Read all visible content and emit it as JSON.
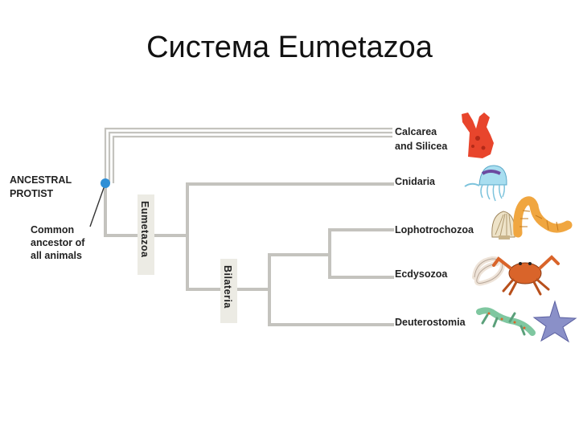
{
  "title": "Система Eumetazoa",
  "root": {
    "ancestral_line1": "ANCESTRAL",
    "ancestral_line2": "PROTIST",
    "common_line1": "Common",
    "common_line2": "ancestor of",
    "common_line3": "all animals"
  },
  "clades": {
    "eumetazoa": "Eumetazoa",
    "bilateria": "Bilateria"
  },
  "taxa": [
    {
      "line1": "Calcarea",
      "line2": "and Silicea"
    },
    {
      "line1": "Cnidaria"
    },
    {
      "line1": "Lophotrochozoa"
    },
    {
      "line1": "Ecdysozoa"
    },
    {
      "line1": "Deuterostomia"
    }
  ],
  "colors": {
    "branch": "#c4c3be",
    "node": "#2f8fd6",
    "label_box": "#ecebe4",
    "sponge": "#e8452c",
    "jelly": "#8fd3e8",
    "worm": "#f0a640",
    "crab": "#d9642a",
    "star": "#8a90c8",
    "lizard": "#7fc7a0"
  },
  "icons": [
    "sponge-icon",
    "jellyfish-icon",
    "shell-icon",
    "worm-icon",
    "nematode-icon",
    "crab-icon",
    "lizard-icon",
    "starfish-icon"
  ]
}
